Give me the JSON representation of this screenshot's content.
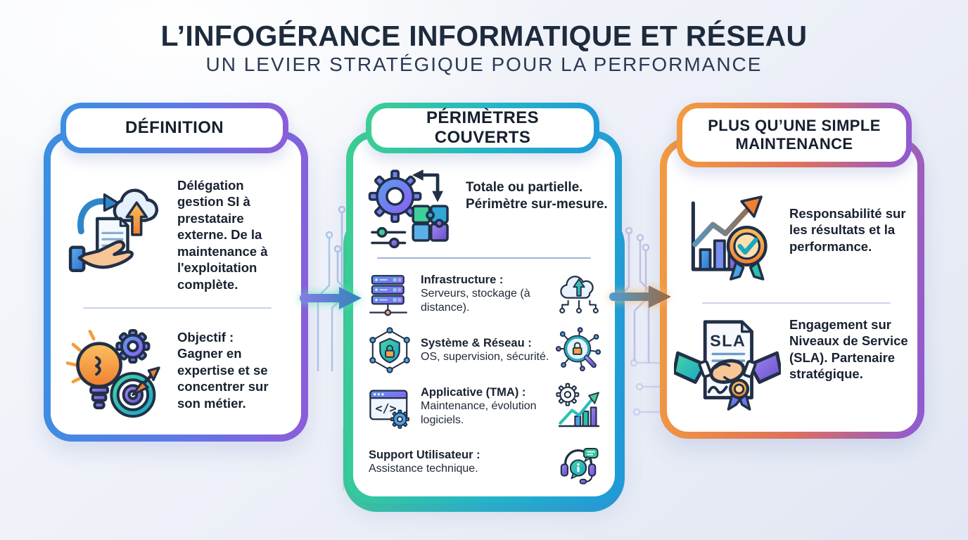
{
  "header": {
    "title": "L’INFOGÉRANCE INFORMATIQUE ET RÉSEAU",
    "subtitle": "UN LEVIER STRATÉGIQUE POUR LA PERFORMANCE"
  },
  "panels": {
    "definition": {
      "title": "DÉFINITION",
      "items": [
        {
          "icon": "delegation-cloud-hand-icon",
          "text": "Délégation gestion SI à prestataire externe. De la maintenance à l'exploitation complète."
        },
        {
          "icon": "lightbulb-gear-target-icon",
          "text": "Objectif : Gagner en expertise et se concentrer sur son métier."
        }
      ]
    },
    "perimetres": {
      "title": "PÉRIMÈTRES COUVERTS",
      "intro": {
        "icon": "gear-puzzle-icon",
        "text": "Totale ou partielle. Périmètre sur-mesure."
      },
      "rows": [
        {
          "left_icon": "server-stack-icon",
          "label": "Infrastructure :",
          "text": "Serveurs, stockage (à distance).",
          "right_icon": "cloud-upload-network-icon"
        },
        {
          "left_icon": "shield-network-icon",
          "label": "Système & Réseau :",
          "text": "OS, supervision, sécurité.",
          "right_icon": "security-scan-lock-icon"
        },
        {
          "left_icon": "code-window-gear-icon",
          "label": "Applicative (TMA) :",
          "text": "Maintenance, évolution logiciels.",
          "right_icon": "gear-growth-chart-icon"
        },
        {
          "left_icon": null,
          "label": "Support Utilisateur :",
          "text": "Assistance technique.",
          "right_icon": "headset-support-icon"
        }
      ]
    },
    "maintenance": {
      "title": "PLUS QU’UNE SIMPLE MAINTENANCE",
      "items": [
        {
          "icon": "growth-chart-award-icon",
          "text": "Responsabilité sur les résultats et la performance."
        },
        {
          "icon": "sla-contract-handshake-icon",
          "text": "Engagement sur Niveaux de Service (SLA). Partenaire stratégique."
        }
      ]
    }
  },
  "colors": {
    "title_text": "#1d2b3d",
    "body_text": "#182230",
    "definition_border": [
      "#3a90e2",
      "#8d5cd8"
    ],
    "perimetres_border": [
      "#3ccf90",
      "#1f9ad8"
    ],
    "maintenance_border": [
      "#f49c3e",
      "#8d5ad6"
    ],
    "background": "#eceff7"
  }
}
